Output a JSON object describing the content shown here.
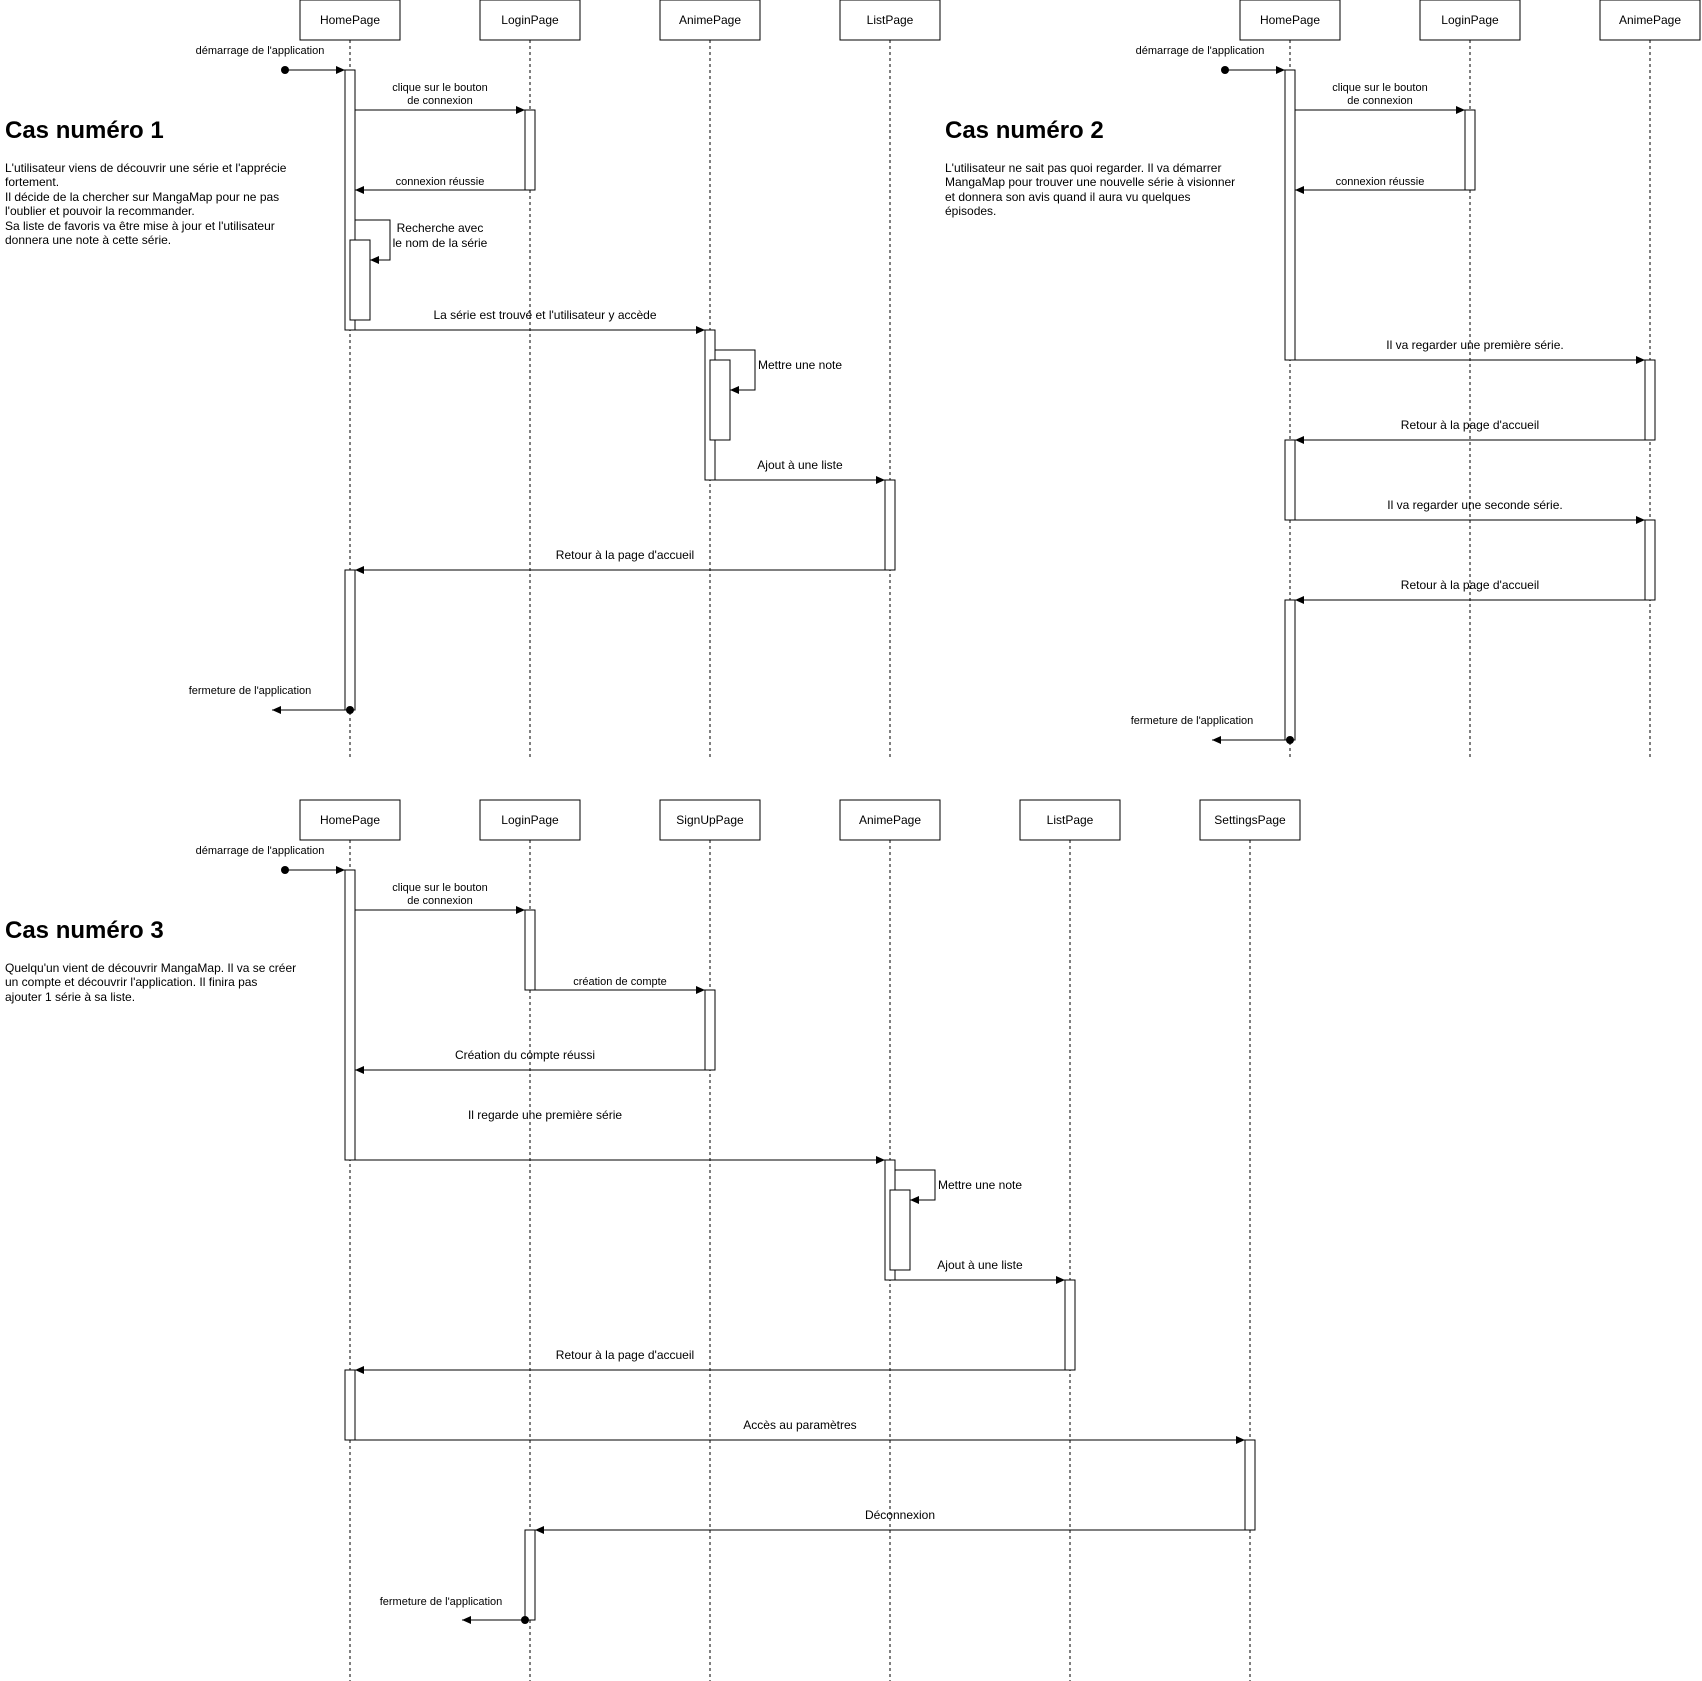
{
  "colors": {
    "line": "#000000",
    "background": "#ffffff"
  },
  "cases": [
    {
      "title": "Cas numéro 1",
      "description": [
        "L'utilisateur viens de découvrir une série et l'apprécie",
        "fortement.",
        "Il décide de la chercher sur MangaMap pour ne pas",
        "l'oublier et pouvoir la recommander.",
        "Sa liste de favoris va être mise à jour et l'utilisateur",
        "donnera une note à cette série."
      ],
      "participants": [
        "HomePage",
        "LoginPage",
        "AnimePage",
        "ListPage"
      ],
      "messages": [
        "démarrage de l'application",
        "clique sur le bouton",
        "de connexion",
        "connexion réussie",
        "Recherche avec",
        "le nom de la série",
        "La série est trouvé et l'utilisateur y accède",
        "Mettre une note",
        "Ajout à une liste",
        "Retour à la page d'accueil",
        "fermeture de l'application"
      ]
    },
    {
      "title": "Cas numéro 2",
      "description": [
        "L'utilisateur ne sait pas quoi regarder. Il va démarrer",
        "MangaMap pour trouver une nouvelle série à visionner",
        "et donnera son avis quand il aura vu quelques",
        "épisodes."
      ],
      "participants": [
        "HomePage",
        "LoginPage",
        "AnimePage"
      ],
      "messages": [
        "démarrage de l'application",
        "clique sur le bouton",
        "de connexion",
        "connexion réussie",
        "Il va regarder une première série.",
        "Retour à la page d'accueil",
        "Il va regarder une seconde série.",
        "Retour à la page d'accueil",
        "fermeture de l'application"
      ]
    },
    {
      "title": "Cas numéro 3",
      "description": [
        "Quelqu'un vient de découvrir MangaMap. Il va se créer",
        "un compte et découvrir l'application. Il finira pas",
        "ajouter 1 série à sa liste."
      ],
      "participants": [
        "HomePage",
        "LoginPage",
        "SignUpPage",
        "AnimePage",
        "ListPage",
        "SettingsPage"
      ],
      "messages": [
        "démarrage de l'application",
        "clique sur le bouton",
        "de connexion",
        "création de compte",
        "Création du compte réussi",
        "Il regarde une première série",
        "Mettre une note",
        "Ajout à une liste",
        "Retour à la page d'accueil",
        "Accès au paramètres",
        "Déconnexion",
        "fermeture de l'application"
      ]
    }
  ]
}
